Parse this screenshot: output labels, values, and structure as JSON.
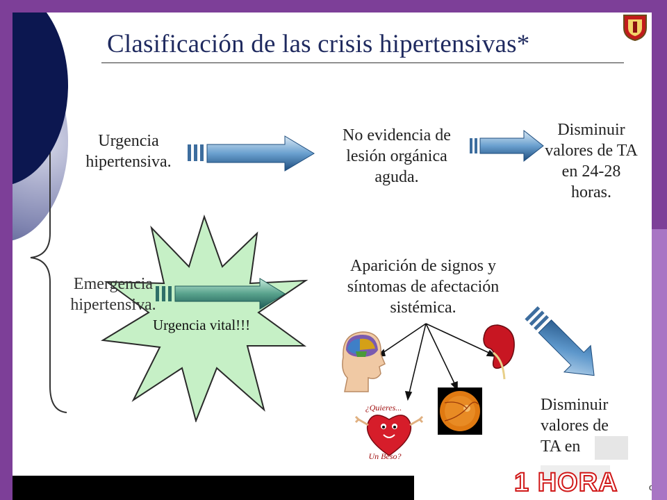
{
  "slide": {
    "title": "Clasificación de las crisis hipertensivas*",
    "urgency": {
      "label": "Urgencia hipertensiva.",
      "finding": "No evidencia de lesión orgánica aguda.",
      "action": "Disminuir valores de TA en 24-28 horas."
    },
    "emergency": {
      "label": "Emergencia hipertensiva.",
      "starburst_text": "Urgencia vital!!!",
      "finding": "Aparición de signos y síntomas de afectación sistémica.",
      "action": "Disminuir valores de TA en",
      "time_badge": "1 HORA",
      "heart_caption_top": "¿Quieres...",
      "heart_caption_bottom": "Un Beso?"
    },
    "watermark": "om"
  },
  "colors": {
    "frame_purple": "#7d3f98",
    "frame_light_purple": "#a875c4",
    "navy": "#0c1750",
    "title": "#1f2a5f",
    "starburst": "#c6f0c6",
    "arrow_blue": "#2f6a9e",
    "badge_red": "#d01818"
  }
}
